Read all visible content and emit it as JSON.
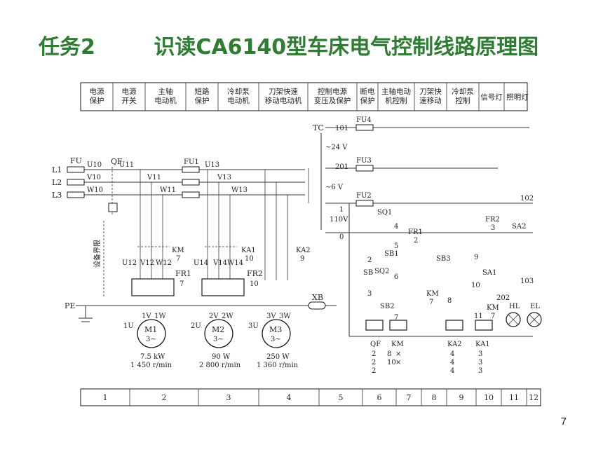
{
  "title": "任务2        识读CA6140型车床电气控制线路原理图",
  "page_number": "7",
  "header_row": [
    "电源\n保护",
    "电源\n开关",
    "主轴\n电动机",
    "短路\n保护",
    "冷却泵\n电动机",
    "刀架快速\n移动电动机",
    "控制电源\n变压及保护",
    "断电\n保护",
    "主轴电动\n机控制",
    "刀架快\n速移动",
    "冷却泵\n控制",
    "信号灯",
    "照明灯"
  ],
  "column_numbers": [
    "1",
    "2",
    "3",
    "4",
    "5",
    "6",
    "7",
    "8",
    "9",
    "10",
    "11",
    "12"
  ],
  "labels": {
    "L1": "L1",
    "L2": "L2",
    "L3": "L3",
    "FU": "FU",
    "QF": "QF",
    "U10": "U10",
    "V10": "V10",
    "W10": "W10",
    "U11": "U11",
    "V11": "V11",
    "W11": "W11",
    "FU1": "FU1",
    "U13": "U13",
    "V13": "V13",
    "W13": "W13",
    "TC": "TC",
    "w101": "101",
    "FU4": "FU4",
    "v24": "~24 V",
    "w201": "201",
    "FU3": "FU3",
    "v6": "~6 V",
    "FU2": "FU2",
    "w1": "1",
    "v110": "110V",
    "w0": "0",
    "w102": "102",
    "w103": "103",
    "boundary": "设备界限",
    "KM_main": "KM",
    "KM_main_n": "7",
    "KA1": "KA1",
    "KA1_n": "10",
    "KA2": "KA2",
    "KA2_n": "9",
    "U12": "U12",
    "V12": "V12",
    "W12": "W12",
    "FR1": "FR1",
    "FR1_n": "7",
    "U14": "U14",
    "V14": "V14",
    "W14": "W14",
    "FR2": "FR2",
    "FR2_n": "10",
    "PE": "PE",
    "XB": "XB",
    "m1_1V": "1V",
    "m1_1W": "1W",
    "m1_1U": "1U",
    "M1": "M1",
    "M1_sym": "3~",
    "m2_2V": "2V",
    "m2_2W": "2W",
    "m2_2U": "2U",
    "M2": "M2",
    "M2_sym": "3~",
    "m3_3V": "3V",
    "m3_3W": "3W",
    "m3_3U": "3U",
    "M3": "M3",
    "M3_sym": "3~",
    "M1_p": "7.5 kW",
    "M1_s": "1 450 r/min",
    "M2_p": "90 W",
    "M2_s": "2 800 r/min",
    "M3_p": "250 W",
    "M3_s": "1 360 r/min",
    "SQ1": "SQ1",
    "n4": "4",
    "FR1_c": "FR1",
    "n2": "2",
    "n5": "5",
    "SB1": "SB1",
    "n2b": "2",
    "SB": "SB",
    "SQ2": "SQ2",
    "n6": "6",
    "n3": "3",
    "SB2": "SB2",
    "KM_c": "KM",
    "n7a": "7",
    "n7b": "7",
    "SB3": "SB3",
    "n8": "8",
    "FR2_c": "FR2",
    "n3b": "3",
    "n9": "9",
    "SA1": "SA1",
    "n10": "10",
    "KM_c2": "KM",
    "n7c": "7",
    "n11": "11",
    "SA2": "SA2",
    "n202": "202",
    "HL": "HL",
    "EL": "EL",
    "coil_QF": "QF",
    "coil_KM": "KM",
    "coil_KA2": "KA2",
    "coil_KA1": "KA1",
    "km_map_a": "8",
    "km_map_b": "10",
    "km_map_x1": "×",
    "km_map_x2": "×",
    "qf_map": [
      "2",
      "2",
      "2"
    ],
    "ka2_map": [
      "4",
      "4",
      "4"
    ],
    "ka1_map": [
      "3",
      "3",
      "3"
    ]
  },
  "colors": {
    "title": "#2e7d32",
    "line": "#1a1a1a"
  }
}
